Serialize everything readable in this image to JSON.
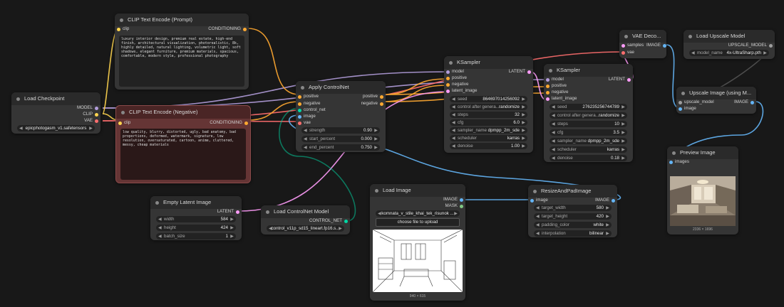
{
  "colors": {
    "model": "#b39ddb",
    "clip": "#ffd54f",
    "vae": "#ff6e6e",
    "conditioning": "#ffa931",
    "latent": "#ff9cf9",
    "image": "#64b5f6",
    "control_net": "#00d7a4",
    "mask": "#81c784",
    "upscale_model": "#9e9e9e"
  },
  "nodes": {
    "load_checkpoint": {
      "title": "Load Checkpoint",
      "outputs": [
        "MODEL",
        "CLIP",
        "VAE"
      ],
      "ckpt_name": "epicphotogasm_v1.safetensors"
    },
    "clip_pos": {
      "title": "CLIP Text Encode (Prompt)",
      "input": "clip",
      "output": "CONDITIONING",
      "text": "luxury interior design, premium real estate, high-end finish, architectural visualization, photorealistic, 8k, highly detailed, natural lighting, volumetric light, soft shadows, elegant furniture, premium materials, spacious, comfortable, modern style, professional photography"
    },
    "clip_neg": {
      "title": "CLIP Text Encode (Negative)",
      "input": "clip",
      "output": "CONDITIONING",
      "text": "low quality, blurry, distorted, ugly, bad anatomy, bad proportions, deformed, watermark, signature, low resolution, oversaturated, cartoon, anime, cluttered, messy, cheap materials"
    },
    "apply_controlnet": {
      "title": "Apply ControlNet",
      "inputs": [
        "positive",
        "negative",
        "control_net",
        "image",
        "vae"
      ],
      "outputs": [
        "positive",
        "negative"
      ],
      "widgets": [
        {
          "label": "strength",
          "value": "0.90"
        },
        {
          "label": "start_percent",
          "value": "0.000"
        },
        {
          "label": "end_percent",
          "value": "0.750"
        }
      ]
    },
    "ksampler1": {
      "title": "KSampler",
      "inputs": [
        "model",
        "positive",
        "negative",
        "latent_image"
      ],
      "output": "LATENT",
      "widgets": [
        {
          "label": "seed",
          "value": "864697014256092"
        },
        {
          "label": "control after genera...",
          "value": "randomize"
        },
        {
          "label": "steps",
          "value": "32"
        },
        {
          "label": "cfg",
          "value": "6.0"
        },
        {
          "label": "sampler_name",
          "value": "dpmpp_2m_sde"
        },
        {
          "label": "scheduler",
          "value": "karras"
        },
        {
          "label": "denoise",
          "value": "1.00"
        }
      ]
    },
    "ksampler2": {
      "title": "KSampler",
      "inputs": [
        "model",
        "positive",
        "negative",
        "latent_image"
      ],
      "output": "LATENT",
      "widgets": [
        {
          "label": "seed",
          "value": "276235256744789"
        },
        {
          "label": "control after genera...",
          "value": "randomize"
        },
        {
          "label": "steps",
          "value": "10"
        },
        {
          "label": "cfg",
          "value": "3.5"
        },
        {
          "label": "sampler_name",
          "value": "dpmpp_2m_sde"
        },
        {
          "label": "scheduler",
          "value": "karras"
        },
        {
          "label": "denoise",
          "value": "0.18"
        }
      ]
    },
    "vae_decode": {
      "title": "VAE Deco...",
      "inputs": [
        "samples",
        "vae"
      ],
      "output": "IMAGE"
    },
    "load_upscale": {
      "title": "Load Upscale Model",
      "output": "UPSCALE_MODEL",
      "model_label": "model_name",
      "model_name": "4x-UltraSharp.pth"
    },
    "upscale_image": {
      "title": "Upscale Image (using M...",
      "inputs": [
        "upscale_model",
        "image"
      ],
      "output": "IMAGE"
    },
    "preview_image": {
      "title": "Preview Image",
      "input": "images",
      "caption": "2336 × 1696"
    },
    "empty_latent": {
      "title": "Empty Latent Image",
      "output": "LATENT",
      "widgets": [
        {
          "label": "width",
          "value": "584"
        },
        {
          "label": "height",
          "value": "424"
        },
        {
          "label": "batch_size",
          "value": "1"
        }
      ]
    },
    "load_controlnet": {
      "title": "Load ControlNet Model",
      "output": "CONTROL_NET",
      "model_name": "control_v11p_sd15_lineart.fp16.s..."
    },
    "load_image": {
      "title": "Load Image",
      "outputs": [
        "IMAGE",
        "MASK"
      ],
      "file": "komnata_v_stile_khai_tek_risunok ...",
      "button": "choose file to upload",
      "caption": "940 × 615"
    },
    "resize_pad": {
      "title": "ResizeAndPadImage",
      "input": "image",
      "output": "IMAGE",
      "widgets": [
        {
          "label": "target_width",
          "value": "580"
        },
        {
          "label": "target_height",
          "value": "420"
        },
        {
          "label": "padding_color",
          "value": "white"
        },
        {
          "label": "interpolation",
          "value": "bilinear"
        }
      ]
    }
  }
}
